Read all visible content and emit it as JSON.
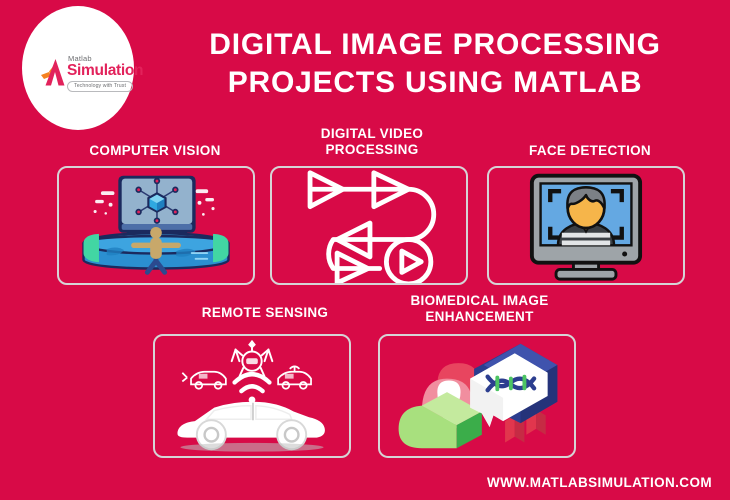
{
  "brand": {
    "logo_top_text": "Matlab",
    "logo_main_text": "Simulation",
    "logo_tagline": "Technology with Trust",
    "background_color": "#d80a47",
    "accent_color": "#e2225b",
    "text_color": "#ffffff",
    "card_border_color": "#d6d4d6"
  },
  "header": {
    "title_line1": "DIGITAL IMAGE PROCESSING",
    "title_line2": "PROJECTS USING MATLAB"
  },
  "cards": [
    {
      "id": "computer-vision",
      "label": "COMPUTER VISION",
      "icon": "computer-vision-icon"
    },
    {
      "id": "digital-video-processing",
      "label_line1": "DIGITAL VIDEO",
      "label_line2": "PROCESSING",
      "label": "DIGITAL VIDEO PROCESSING",
      "icon": "video-flow-icon"
    },
    {
      "id": "face-detection",
      "label": "FACE DETECTION",
      "icon": "face-detection-icon"
    },
    {
      "id": "remote-sensing",
      "label": "REMOTE SENSING",
      "icon": "connected-car-icon"
    },
    {
      "id": "biomedical-image-enhancement",
      "label_line1": "BIOMEDICAL IMAGE",
      "label_line2": "ENHANCEMENT",
      "label": "BIOMEDICAL IMAGE ENHANCEMENT",
      "icon": "dna-medical-icon"
    }
  ],
  "footer": {
    "website": "WWW.MATLABSIMULATION.COM"
  }
}
